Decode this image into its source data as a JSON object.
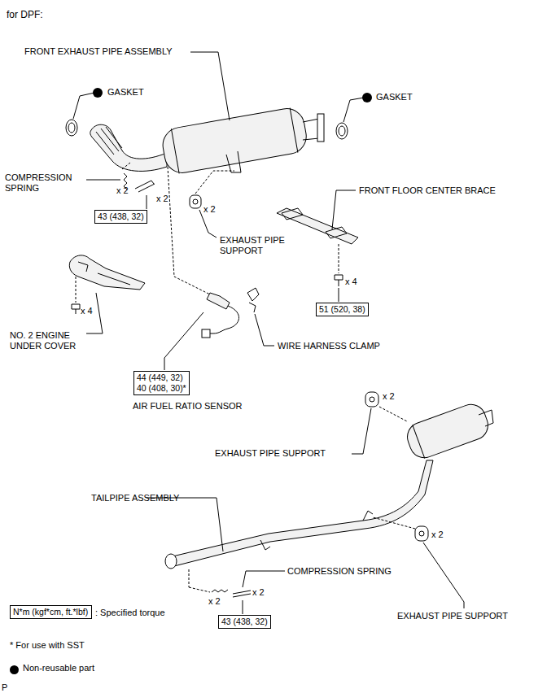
{
  "diagram": {
    "nodes": [
      {
        "text": [
          "43 (438, 32)"
        ]
      },
      {
        "text": [
          "51 (520, 38)"
        ]
      },
      {
        "text": [
          "44 (449, 32)",
          "40 (408, 30)*"
        ]
      },
      {
        "text": [
          "43 (438, 32)"
        ]
      },
      {
        "text": [
          "N*m (kgf*cm, ft.*lbf)"
        ]
      }
    ],
    "labels": [
      "for DPF:",
      "FRONT EXHAUST PIPE ASSEMBLY",
      "GASKET",
      "GASKET",
      "COMPRESSION SPRING",
      "x 2",
      "x 2",
      "x 2",
      "EXHAUST PIPE SUPPORT",
      "FRONT FLOOR CENTER BRACE",
      "x 4",
      "x 4",
      "NO. 2 ENGINE UNDER COVER",
      "WIRE HARNESS CLAMP",
      "AIR FUEL RATIO SENSOR",
      "x 2",
      "EXHAUST PIPE SUPPORT",
      "TAILPIPE ASSEMBLY",
      "COMPRESSION SPRING",
      "x 2",
      "x 2",
      "x 2",
      "EXHAUST PIPE SUPPORT",
      "* For use with SST",
      "P"
    ],
    "legend": [
      {
        "text": ": Specified torque"
      },
      {
        "text": "Non-reusable part",
        "color": "#000000"
      }
    ]
  }
}
